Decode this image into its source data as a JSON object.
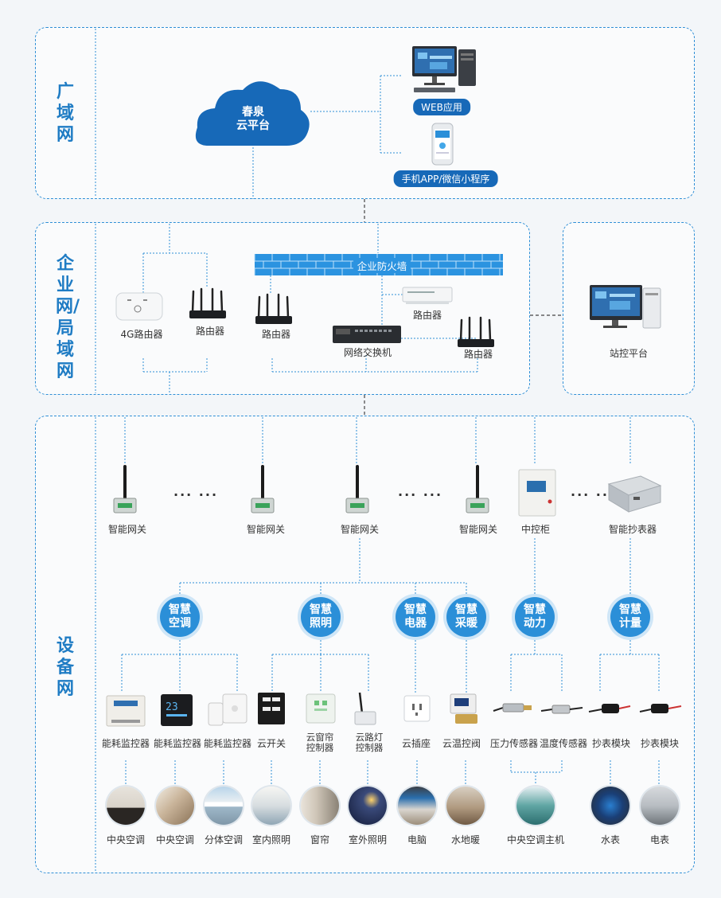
{
  "zones": {
    "wan": "广域网",
    "lan": "企业网/局域网",
    "device": "设备网"
  },
  "wan": {
    "cloud": "春泉\n云平台",
    "web_app": "WEB应用",
    "mobile_app": "手机APP/微信小程序"
  },
  "lan": {
    "firewall": "企业防火墙",
    "router_4g": "4G路由器",
    "router_a": "路由器",
    "router_b": "路由器",
    "router_c": "路由器",
    "router_d": "路由器",
    "switch": "网络交换机",
    "station": "站控平台"
  },
  "gateways": [
    "智能网关",
    "智能网关",
    "智能网关",
    "智能网关"
  ],
  "control_cabinet": "中控柜",
  "meter_reader": "智能抄表器",
  "ellipsis": "··· ···",
  "categories": [
    "智慧\n空调",
    "智慧\n照明",
    "智慧\n电器",
    "智慧\n采暖",
    "智慧\n动力",
    "智慧\n计量"
  ],
  "devices": [
    "能耗监控器",
    "能耗监控器",
    "能耗监控器",
    "云开关",
    "云窗帘\n控制器",
    "云路灯\n控制器",
    "云插座",
    "云温控阀",
    "压力传感器",
    "温度传感器",
    "抄表模块",
    "抄表模块"
  ],
  "targets": [
    "中央空调",
    "中央空调",
    "分体空调",
    "室内照明",
    "窗帘",
    "室外照明",
    "电脑",
    "水地暖",
    "中央空调主机",
    "水表",
    "电表"
  ],
  "colors": {
    "accent": "#1f7cc4",
    "dark": "#1769b8",
    "line": "#2f8fd6"
  }
}
